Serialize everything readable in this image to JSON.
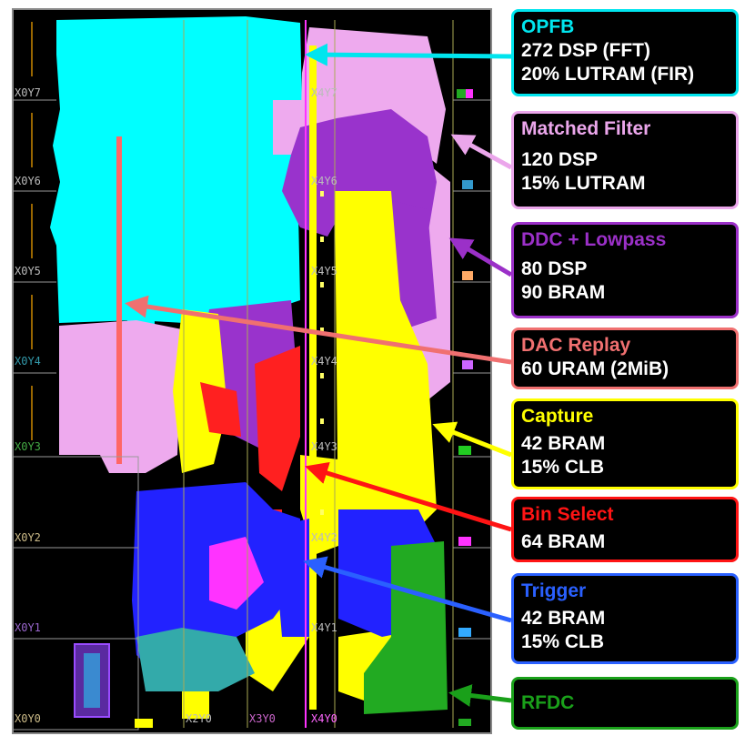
{
  "clock_regions": {
    "x0": [
      "X0Y0",
      "X0Y1",
      "X0Y2",
      "X0Y3",
      "X0Y4",
      "X0Y5",
      "X0Y6",
      "X0Y7"
    ],
    "x4": [
      "X4Y0",
      "X4Y1",
      "X4Y2",
      "X4Y3",
      "X4Y4",
      "X4Y5",
      "X4Y6",
      "X4Y7"
    ],
    "bottom": [
      "X2Y0",
      "X3Y0"
    ]
  },
  "blocks": [
    {
      "id": "opfb",
      "title": "OPFB",
      "lines": [
        "272 DSP (FFT)",
        "20% LUTRAM (FIR)"
      ],
      "color": "#00e5ee"
    },
    {
      "id": "matched",
      "title": "Matched Filter",
      "lines": [
        "120 DSP",
        "15% LUTRAM"
      ],
      "color": "#eba6eb"
    },
    {
      "id": "ddc",
      "title": "DDC + Lowpass",
      "lines": [
        "80 DSP",
        "90 BRAM"
      ],
      "color": "#9b30c8"
    },
    {
      "id": "dac",
      "title": "DAC Replay",
      "lines": [
        "60 URAM (2MiB)"
      ],
      "color": "#f07070"
    },
    {
      "id": "capture",
      "title": "Capture",
      "lines": [
        "42 BRAM",
        "15% CLB"
      ],
      "color": "#ffff00"
    },
    {
      "id": "bin",
      "title": "Bin Select",
      "lines": [
        "64 BRAM"
      ],
      "color": "#ff1414"
    },
    {
      "id": "trigger",
      "title": "Trigger",
      "lines": [
        "42 BRAM",
        "15% CLB"
      ],
      "color": "#2a60ff"
    },
    {
      "id": "rfdc",
      "title": "RFDC",
      "lines": [],
      "color": "#1aa01a"
    }
  ],
  "colors": {
    "background": "#000000",
    "opfb": "#00ffff",
    "matched": "#eeaaee",
    "ddc": "#9933cc",
    "dac": "#ff6666",
    "capture": "#ffff00",
    "bin": "#ff0000",
    "trigger": "#3333ff",
    "rfdc": "#22aa22"
  }
}
